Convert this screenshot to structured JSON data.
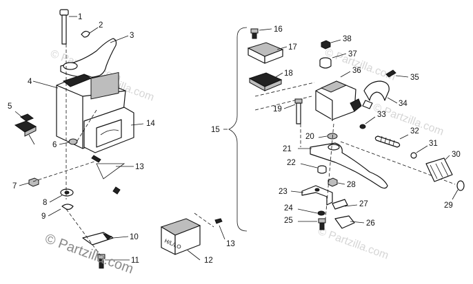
{
  "labels": {
    "n1": "1",
    "n2": "2",
    "n3": "3",
    "n4": "4",
    "n5": "5",
    "n6": "6",
    "n7": "7",
    "n8": "8",
    "n9": "9",
    "n10": "10",
    "n11": "11",
    "n12": "12",
    "n13a": "13",
    "n13b": "13",
    "n14": "14",
    "n15": "15",
    "n16": "16",
    "n17": "17",
    "n18": "18",
    "n19": "19",
    "n20": "20",
    "n21": "21",
    "n22": "22",
    "n23": "23",
    "n24": "24",
    "n25": "25",
    "n26": "26",
    "n27": "27",
    "n28": "28",
    "n29": "29",
    "n30": "30",
    "n31": "31",
    "n32": "32",
    "n33": "33",
    "n34": "34",
    "n35": "35",
    "n36": "36",
    "n37": "37",
    "n38": "38"
  },
  "switch_text": "H/L/LO",
  "watermarks": {
    "main": "© Partzilla.com",
    "faint": "© Partzilla.com"
  }
}
